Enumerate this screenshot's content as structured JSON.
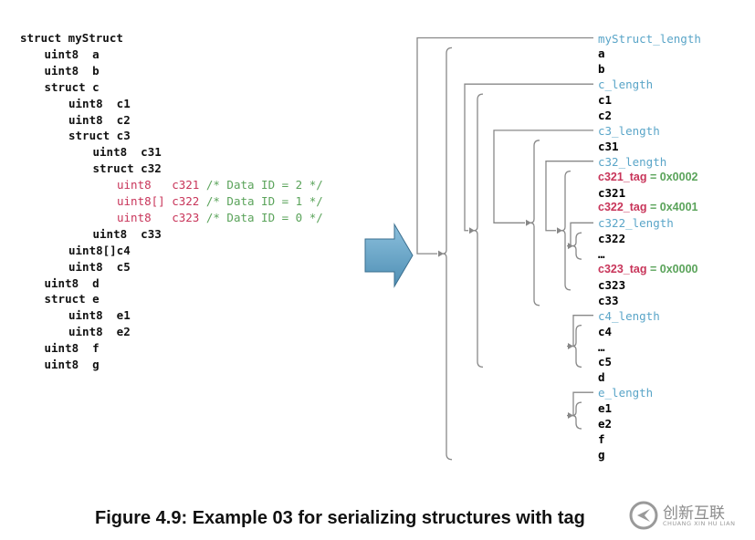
{
  "left_code": [
    {
      "text": "struct myStruct",
      "indent": 0,
      "color": "black"
    },
    {
      "text": "uint8  a",
      "indent": 1,
      "color": "black"
    },
    {
      "text": "uint8  b",
      "indent": 1,
      "color": "black"
    },
    {
      "text": "struct c",
      "indent": 1,
      "color": "black"
    },
    {
      "text": "uint8  c1",
      "indent": 2,
      "color": "black"
    },
    {
      "text": "uint8  c2",
      "indent": 2,
      "color": "black"
    },
    {
      "text": "struct c3",
      "indent": 2,
      "color": "black"
    },
    {
      "text": "uint8  c31",
      "indent": 3,
      "color": "black"
    },
    {
      "text": "struct c32",
      "indent": 3,
      "color": "black"
    },
    {
      "text": "uint8   c321",
      "comment": " /* Data ID = 2 */",
      "indent": 4,
      "color": "red"
    },
    {
      "text": "uint8[] c322",
      "comment": " /* Data ID = 1 */",
      "indent": 4,
      "color": "red"
    },
    {
      "text": "uint8   c323",
      "comment": " /* Data ID = 0 */",
      "indent": 4,
      "color": "red"
    },
    {
      "text": "uint8  c33",
      "indent": 3,
      "color": "black"
    },
    {
      "text": "uint8[]c4",
      "indent": 2,
      "color": "black"
    },
    {
      "text": "uint8  c5",
      "indent": 2,
      "color": "black"
    },
    {
      "text": "uint8  d",
      "indent": 1,
      "color": "black"
    },
    {
      "text": "struct e",
      "indent": 1,
      "color": "black"
    },
    {
      "text": "uint8  e1",
      "indent": 2,
      "color": "black"
    },
    {
      "text": "uint8  e2",
      "indent": 2,
      "color": "black"
    },
    {
      "text": "uint8  f",
      "indent": 1,
      "color": "black"
    },
    {
      "text": "uint8  g",
      "indent": 1,
      "color": "black"
    }
  ],
  "right_list": [
    {
      "text": "myStruct_length",
      "kind": "length"
    },
    {
      "text": "a",
      "kind": "field"
    },
    {
      "text": "b",
      "kind": "field"
    },
    {
      "text": "c_length",
      "kind": "length"
    },
    {
      "text": "c1",
      "kind": "field"
    },
    {
      "text": "c2",
      "kind": "field"
    },
    {
      "text": "c3_length",
      "kind": "length"
    },
    {
      "text": "c31",
      "kind": "field"
    },
    {
      "text": "c32_length",
      "kind": "length"
    },
    {
      "text": "c321_tag",
      "value": " = 0x0002",
      "kind": "tag"
    },
    {
      "text": "c321",
      "kind": "field"
    },
    {
      "text": "c322_tag",
      "value": " = 0x4001",
      "kind": "tag"
    },
    {
      "text": "c322_length",
      "kind": "length"
    },
    {
      "text": "c322",
      "kind": "field"
    },
    {
      "text": "…",
      "kind": "field"
    },
    {
      "text": "c323_tag",
      "value": " = 0x0000",
      "kind": "tag"
    },
    {
      "text": "c323",
      "kind": "field"
    },
    {
      "text": "c33",
      "kind": "field"
    },
    {
      "text": "c4_length",
      "kind": "length"
    },
    {
      "text": "c4",
      "kind": "field"
    },
    {
      "text": "…",
      "kind": "field"
    },
    {
      "text": "c5",
      "kind": "field"
    },
    {
      "text": "d",
      "kind": "field"
    },
    {
      "text": "e_length",
      "kind": "length"
    },
    {
      "text": "e1",
      "kind": "field"
    },
    {
      "text": "e2",
      "kind": "field"
    },
    {
      "text": "f",
      "kind": "field"
    },
    {
      "text": "g",
      "kind": "field"
    }
  ],
  "caption": "Figure 4.9: Example 03 for serializing structures with tag",
  "watermark": {
    "main": "创新互联",
    "sub": "CHUANG XIN HU LIAN"
  },
  "colors": {
    "red": "#c8355a",
    "green": "#5aa35a",
    "cyan": "#5aa5c8",
    "arrow_fill": "#6fa8c9",
    "line": "#888888"
  }
}
